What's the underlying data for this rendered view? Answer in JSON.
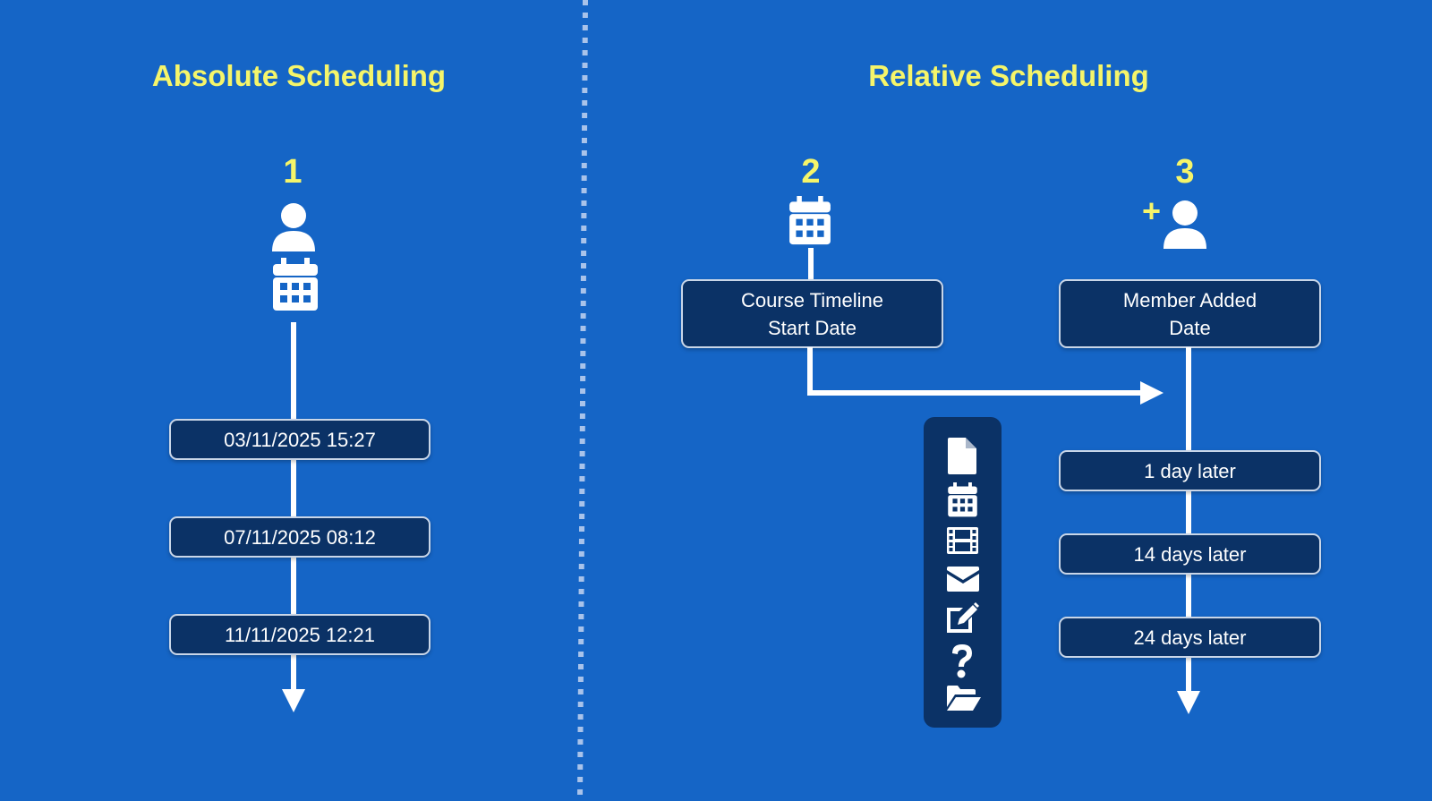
{
  "colors": {
    "background": "#1565c6",
    "box_fill": "#0b3266",
    "box_border": "#c9d6e8",
    "accent_yellow": "#f5f56a",
    "line": "#ffffff"
  },
  "absolute": {
    "title": "Absolute Scheduling",
    "step_number": "1",
    "icons": [
      "user-icon",
      "calendar-icon"
    ],
    "dates": [
      "03/11/2025 15:27",
      "07/11/2025 08:12",
      "11/11/2025 12:21"
    ]
  },
  "relative": {
    "title": "Relative Scheduling",
    "course_start": {
      "step_number": "2",
      "icon": "calendar-icon",
      "label_line1": "Course Timeline",
      "label_line2": "Start Date"
    },
    "member_added": {
      "step_number": "3",
      "plus": "+",
      "icon": "add-user-icon",
      "label_line1": "Member Added",
      "label_line2": "Date"
    },
    "offsets": [
      "1 day later",
      "14 days later",
      "24 days later"
    ],
    "content_types": [
      "document-icon",
      "calendar-icon",
      "video-icon",
      "email-icon",
      "edit-icon",
      "question-icon",
      "folder-open-icon"
    ]
  }
}
